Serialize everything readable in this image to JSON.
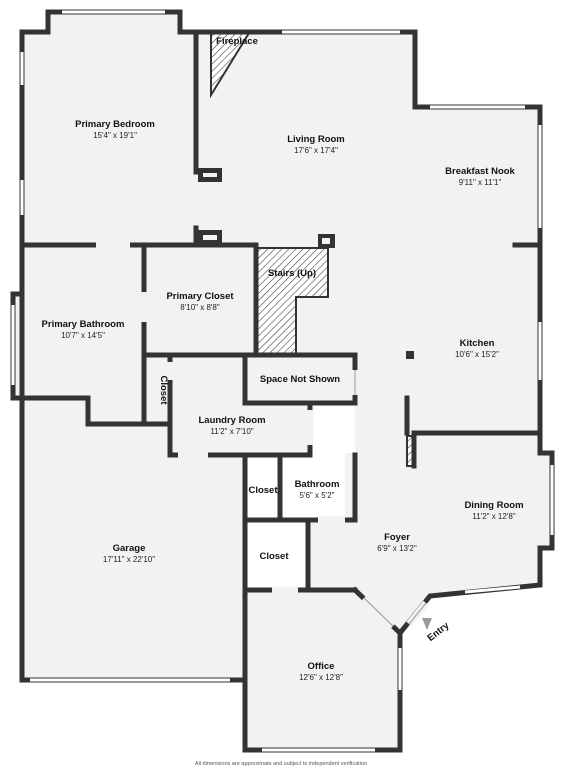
{
  "rooms": {
    "primary_bedroom": {
      "name": "Primary Bedroom",
      "dim": "15'4\" x 19'1\""
    },
    "fireplace": {
      "name": "Fireplace"
    },
    "living_room": {
      "name": "Living Room",
      "dim": "17'6\" x 17'4\""
    },
    "breakfast_nook": {
      "name": "Breakfast Nook",
      "dim": "9'11\" x 11'1\""
    },
    "primary_closet": {
      "name": "Primary Closet",
      "dim": "8'10\" x 8'8\""
    },
    "stairs": {
      "name": "Stairs (Up)"
    },
    "primary_bathroom": {
      "name": "Primary Bathroom",
      "dim": "10'7\" x 14'5\""
    },
    "kitchen": {
      "name": "Kitchen",
      "dim": "10'6\" x 15'2\""
    },
    "space_not_shown": {
      "name": "Space Not Shown"
    },
    "closet_vertical": {
      "name": "Closet"
    },
    "laundry_room": {
      "name": "Laundry Room",
      "dim": "11'2\" x 7'10\""
    },
    "closet_small": {
      "name": "Closet"
    },
    "bathroom": {
      "name": "Bathroom",
      "dim": "5'6\" x 5'2\""
    },
    "dining_room": {
      "name": "Dining Room",
      "dim": "11'2\" x 12'8\""
    },
    "garage": {
      "name": "Garage",
      "dim": "17'11\" x 22'10\""
    },
    "foyer": {
      "name": "Foyer",
      "dim": "6'9\" x 13'2\""
    },
    "closet_lower": {
      "name": "Closet"
    },
    "office": {
      "name": "Office",
      "dim": "12'6\" x 12'8\""
    }
  },
  "entry": {
    "label": "Entry"
  },
  "footer": {
    "disclaimer": "All dimensions are approximate and subject to independent verification"
  }
}
